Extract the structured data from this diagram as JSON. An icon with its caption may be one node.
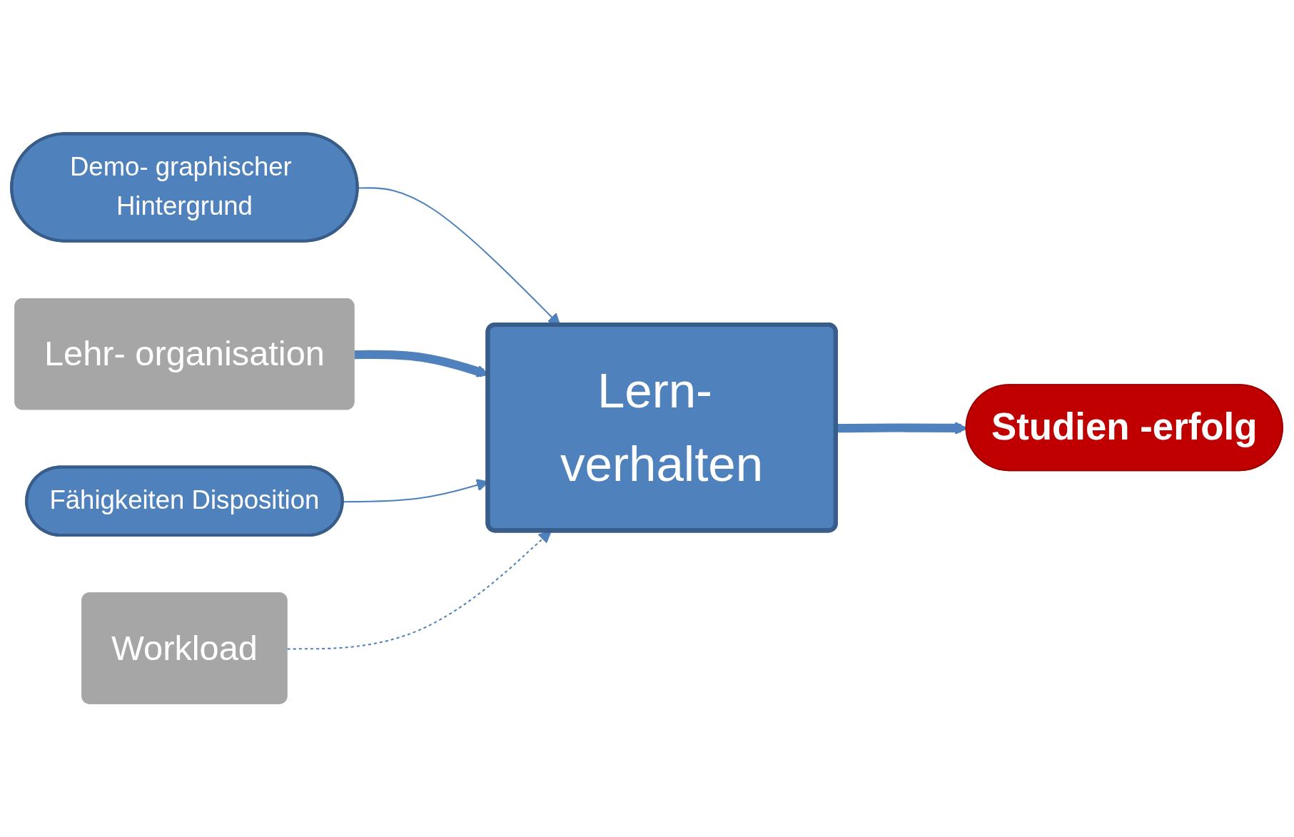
{
  "diagram": {
    "nodes": [
      {
        "text": [
          "Demo- graphischer Hintergrund"
        ]
      },
      {
        "text": [
          "Lehr- organisation"
        ]
      },
      {
        "text": [
          "Fähigkeiten Disposition"
        ]
      },
      {
        "text": [
          "Lern- verhalten"
        ]
      },
      {
        "text": [
          "Studien -erfolg"
        ]
      },
      {
        "text": [
          "Workload"
        ]
      }
    ],
    "edges": [
      {
        "from": 0,
        "to": 3,
        "arrow": "to"
      },
      {
        "from": 1,
        "to": 3,
        "arrow": "to",
        "style": "thick"
      },
      {
        "from": 2,
        "to": 3,
        "arrow": "to"
      },
      {
        "from": 3,
        "to": 4,
        "arrow": "to",
        "style": "thick"
      },
      {
        "from": 5,
        "to": 3,
        "arrow": "to",
        "style": "dashed"
      }
    ]
  }
}
